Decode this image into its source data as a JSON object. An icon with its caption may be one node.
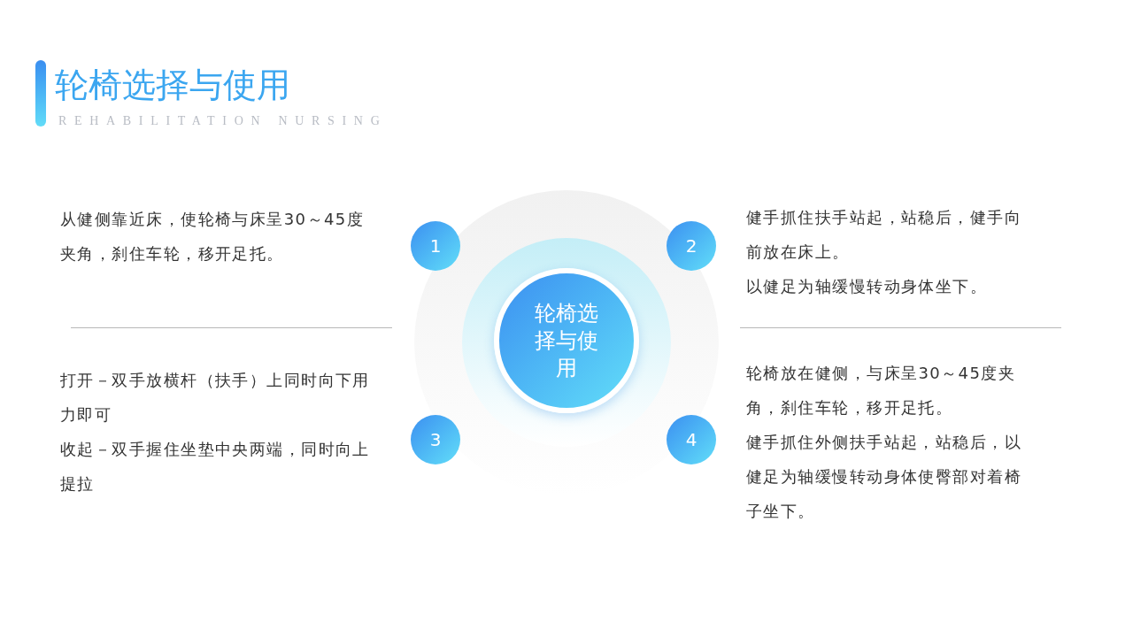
{
  "diagram": {
    "title": "轮椅选择与使用",
    "nodes": [
      {
        "text": [
          "轮椅选择与使用"
        ]
      },
      {
        "text": [
          "1"
        ]
      },
      {
        "text": [
          "2"
        ]
      },
      {
        "text": [
          "3"
        ]
      },
      {
        "text": [
          "4"
        ]
      }
    ],
    "edges": [],
    "labels": [
      "REHABILITATION NURSING",
      "从健侧靠近床，使轮椅与床呈30～45度夹角，刹住车轮，移开足托。",
      "健手抓住扶手站起，站稳后，健手向前放在床上。",
      "以健足为轴缓慢转动身体坐下。",
      "打开－双手放横杆（扶手）上同时向下用力即可",
      "收起－双手握住坐垫中央两端，同时向上提拉",
      "轮椅放在健侧，与床呈30～45度夹角，刹住车轮，移开足托。",
      "健手抓住外侧扶手站起，站稳后，以健足为轴缓慢转动身体使臀部对着椅子坐下。"
    ]
  }
}
